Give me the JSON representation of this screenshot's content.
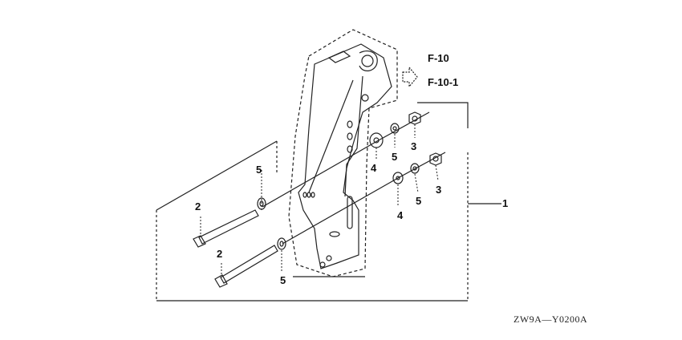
{
  "references": [
    "F-10",
    "F-10-1"
  ],
  "callouts": {
    "part_1": "1",
    "part_2a": "2",
    "part_2b": "2",
    "part_3a": "3",
    "part_3b": "3",
    "part_4a": "4",
    "part_4b": "4",
    "part_5a": "5",
    "part_5b": "5",
    "part_5c": "5",
    "part_5d": "5"
  },
  "diagram_code": "ZW9A—Y0200A",
  "icons": {
    "reference_arrow": "hollow-right-arrow-icon"
  }
}
